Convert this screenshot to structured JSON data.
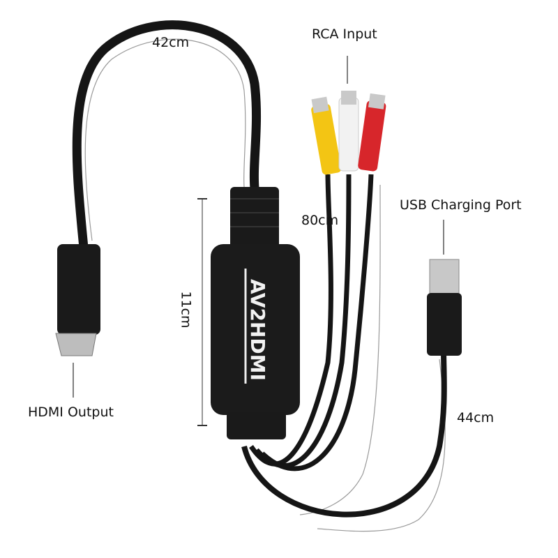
{
  "labels": {
    "hdmi_cable_length": "42cm",
    "rca_input": "RCA Input",
    "usb_charging_port": "USB Charging Port",
    "rca_cable_length": "80cm",
    "box_length": "11cm",
    "hdmi_output": "HDMI Output",
    "usb_cable_length": "44cm"
  },
  "product": {
    "logo_text": "AV2HDMI",
    "rca_colors": [
      "#f3c514",
      "#f4f4f4",
      "#d7262b"
    ],
    "body_color": "#1b1b1b"
  }
}
